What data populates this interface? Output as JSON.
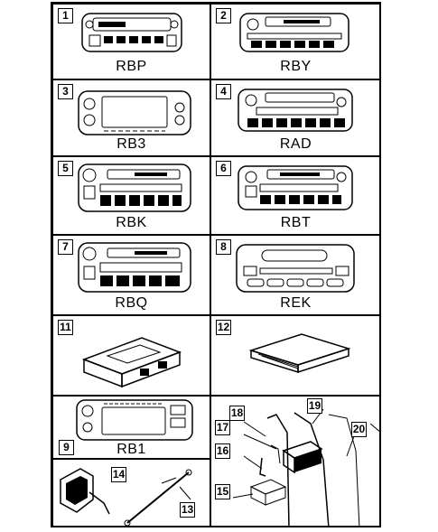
{
  "panels": [
    {
      "number": "1",
      "code": "RBP"
    },
    {
      "number": "2",
      "code": "RBY"
    },
    {
      "number": "3",
      "code": "RB3"
    },
    {
      "number": "4",
      "code": "RAD"
    },
    {
      "number": "5",
      "code": "RBK"
    },
    {
      "number": "6",
      "code": "RBT"
    },
    {
      "number": "7",
      "code": "RBQ"
    },
    {
      "number": "8",
      "code": "REK"
    },
    {
      "number": "11",
      "code": ""
    },
    {
      "number": "12",
      "code": ""
    },
    {
      "number": "9",
      "code": "RB1"
    }
  ],
  "callouts": [
    "13",
    "14",
    "15",
    "16",
    "17",
    "18",
    "19",
    "20"
  ]
}
